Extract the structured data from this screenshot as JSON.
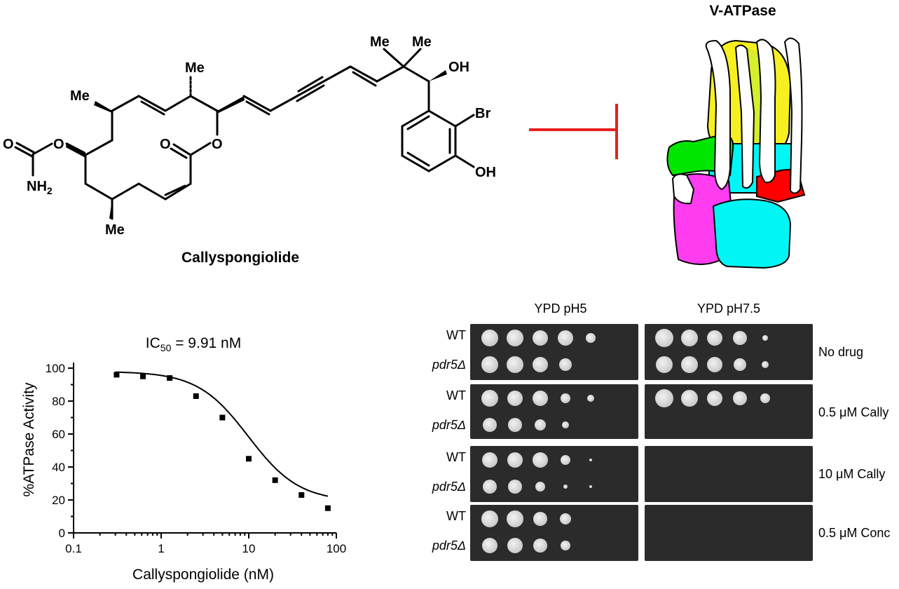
{
  "molecule": {
    "name": "Callyspongiolide",
    "atoms": {
      "me1": "Me",
      "me2": "Me",
      "me3": "Me",
      "me4": "Me",
      "me5": "Me",
      "oh1": "OH",
      "oh2": "OH",
      "br": "Br",
      "o1": "O",
      "o2": "O",
      "o3": "O",
      "o4": "O",
      "nh2": "NH",
      "nh2_sub": "2"
    }
  },
  "target": {
    "title": "V-ATPase"
  },
  "chart_data": {
    "type": "scatter",
    "title": "IC",
    "title_sub": "50",
    "title_rest": " = 9.91 nM",
    "xlabel": "Callyspongiolide (nM)",
    "ylabel": "%ATPase Activity",
    "xscale": "log",
    "xlim": [
      0.1,
      100
    ],
    "ylim": [
      0,
      100
    ],
    "xticks": [
      "0.1",
      "1",
      "10",
      "100"
    ],
    "yticks": [
      "0",
      "20",
      "40",
      "60",
      "80",
      "100"
    ],
    "series": [
      {
        "x": [
          0.31,
          0.62,
          1.25,
          2.5,
          5,
          10,
          20,
          40,
          80
        ],
        "y": [
          96,
          95,
          94,
          83,
          70,
          45,
          32,
          23,
          15
        ]
      }
    ],
    "fit": {
      "top": 98,
      "bottom": 19,
      "ic50": 9.91,
      "hill": 1.5
    }
  },
  "yeast": {
    "columns": [
      "YPD pH5",
      "YPD pH7.5"
    ],
    "strains": {
      "wt": "WT",
      "mut": "pdr5Δ"
    },
    "conditions": [
      "No drug",
      "0.5 μM Cally",
      "10 μM Cally",
      "0.5 μM Conc"
    ]
  }
}
